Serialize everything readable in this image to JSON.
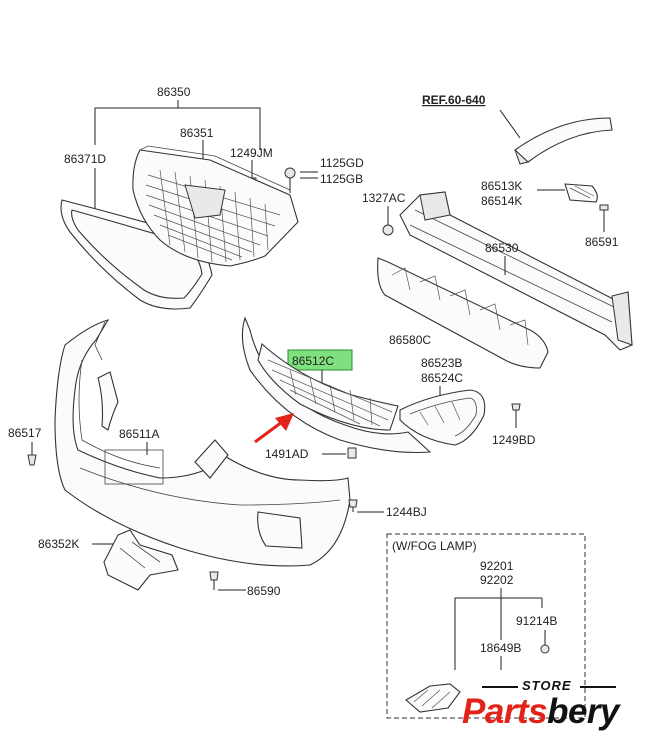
{
  "callouts": {
    "c86350": "86350",
    "c86351": "86351",
    "c86371D": "86371D",
    "c1249JM": "1249JM",
    "c1125GD": "1125GD",
    "c1125GB": "1125GB",
    "ref": "REF.60-640",
    "c86513K": "86513K",
    "c86514K": "86514K",
    "c86591": "86591",
    "c1327AC": "1327AC",
    "c86530": "86530",
    "c86580C": "86580C",
    "c86523B": "86523B",
    "c86524C": "86524C",
    "c86512C": "86512C",
    "c1249BD": "1249BD",
    "c86517": "86517",
    "c86511A": "86511A",
    "c1491AD": "1491AD",
    "c1244BJ": "1244BJ",
    "c86352K": "86352K",
    "c86590": "86590",
    "fog_title": "(W/FOG LAMP)",
    "c92201": "92201",
    "c92202": "92202",
    "c91214B": "91214B",
    "c18649B": "18649B"
  },
  "highlight": {
    "part": "86512C",
    "color": "#7ee07e"
  },
  "arrow_color": "#e2231a",
  "brand": {
    "store": "STORE",
    "name_red": "Parts",
    "name_black": "bery",
    "accent": "#e2231a"
  }
}
